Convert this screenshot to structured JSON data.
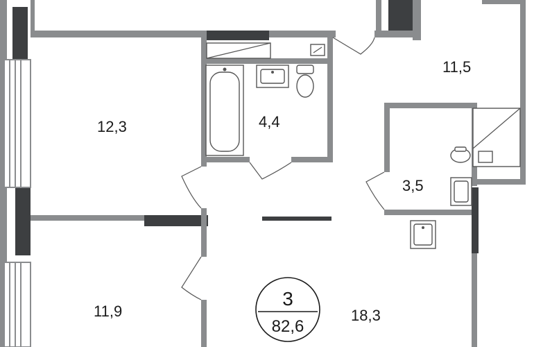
{
  "plan": {
    "rooms": [
      {
        "id": "bedroom-top",
        "area": "12,3"
      },
      {
        "id": "bathroom",
        "area": "4,4"
      },
      {
        "id": "kitchen",
        "area": "11,5"
      },
      {
        "id": "wc",
        "area": "3,5"
      },
      {
        "id": "bedroom-bottom",
        "area": "11,9"
      },
      {
        "id": "living",
        "area": "18,3"
      }
    ],
    "badge": {
      "rooms": "3",
      "total_area": "82,6"
    },
    "colors": {
      "wall": "#8a8c8e",
      "wall_dark": "#3d3f41",
      "background": "#ffffff"
    }
  }
}
